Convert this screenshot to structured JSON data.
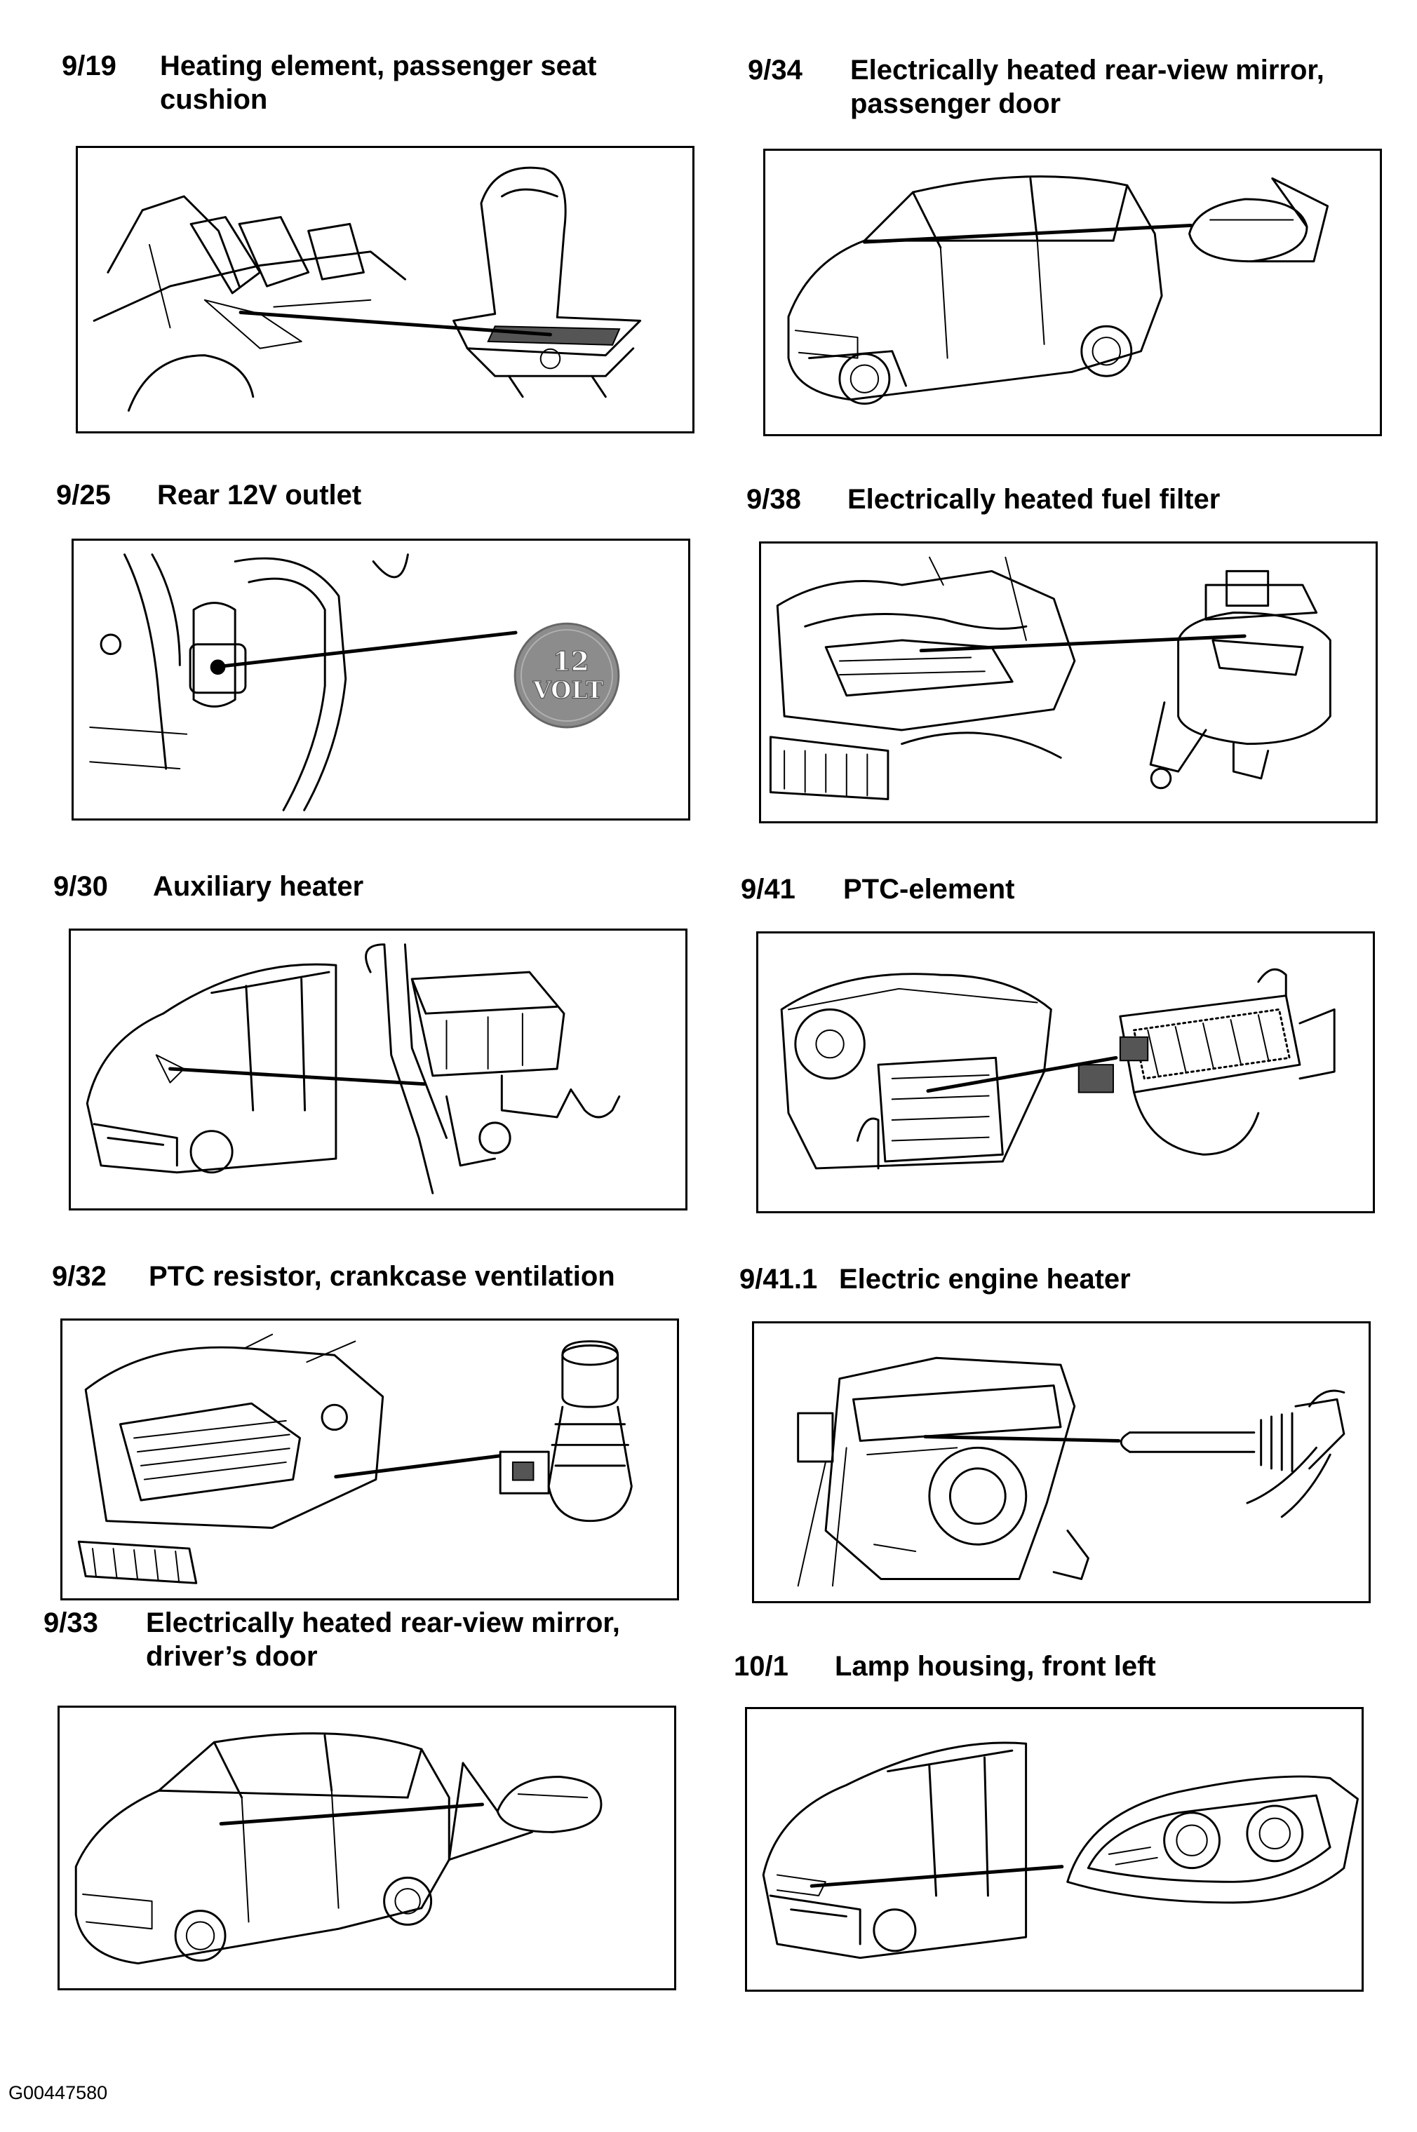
{
  "items": [
    {
      "code": "9/19",
      "title_lines": [
        "Heating element, passenger seat",
        "cushion"
      ],
      "illustration": "seat-cushion-heater"
    },
    {
      "code": "9/34",
      "title_lines": [
        "Electrically heated rear-view mirror,",
        "passenger door"
      ],
      "illustration": "passenger-mirror"
    },
    {
      "code": "9/25",
      "title_lines": [
        "Rear 12V outlet"
      ],
      "illustration": "rear-12v-outlet",
      "badge_lines": [
        "12",
        "VOLT"
      ]
    },
    {
      "code": "9/38",
      "title_lines": [
        "Electrically heated fuel filter"
      ],
      "illustration": "fuel-filter-heater"
    },
    {
      "code": "9/30",
      "title_lines": [
        "Auxiliary heater"
      ],
      "illustration": "auxiliary-heater"
    },
    {
      "code": "9/41",
      "title_lines": [
        "PTC-element"
      ],
      "illustration": "ptc-element"
    },
    {
      "code": "9/32",
      "title_lines": [
        "PTC resistor, crankcase ventilation"
      ],
      "illustration": "ptc-resistor"
    },
    {
      "code": "9/41.1",
      "title_lines": [
        "Electric engine heater"
      ],
      "illustration": "engine-heater"
    },
    {
      "code": "9/33",
      "title_lines": [
        "Electrically heated rear-view mirror,",
        "driver’s door"
      ],
      "illustration": "driver-mirror"
    },
    {
      "code": "10/1",
      "title_lines": [
        "Lamp housing, front left"
      ],
      "illustration": "lamp-housing"
    }
  ],
  "reference_code": "G00447580"
}
